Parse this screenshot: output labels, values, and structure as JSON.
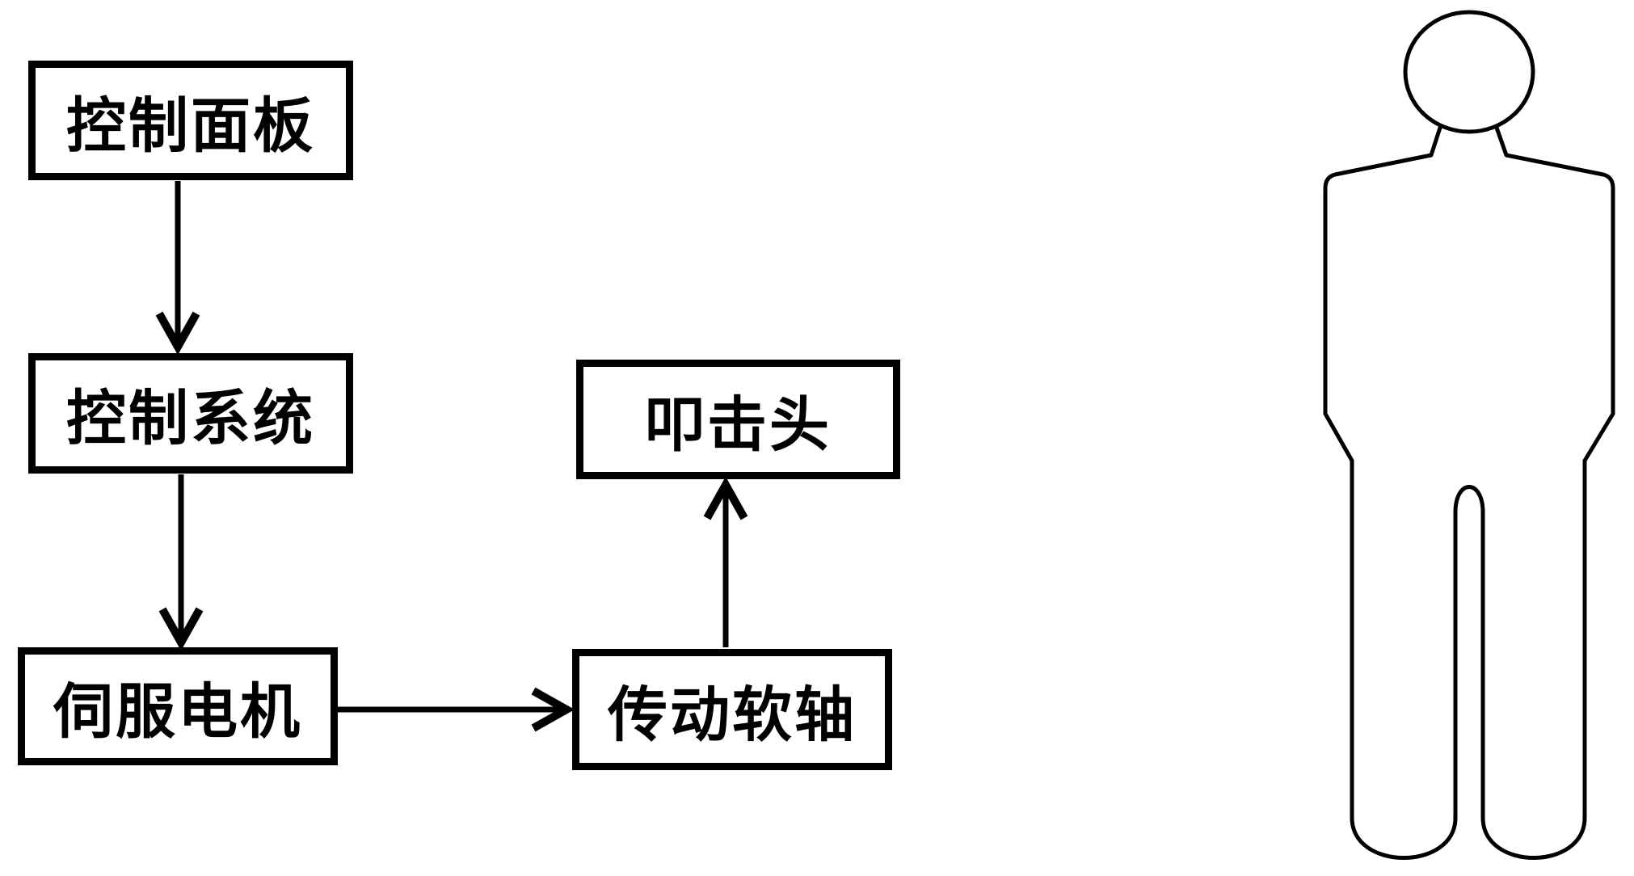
{
  "figure": {
    "type": "flowchart-with-human-figure",
    "colors": {
      "background": "#ffffff",
      "line": "#000000",
      "text": "#000000"
    },
    "nodes": [
      {
        "id": "control-panel",
        "label": "控制面板"
      },
      {
        "id": "control-system",
        "label": "控制系统"
      },
      {
        "id": "servo-motor",
        "label": "伺服电机"
      },
      {
        "id": "flexible-shaft",
        "label": "传动软轴"
      },
      {
        "id": "tapping-head",
        "label": "叩击头"
      }
    ],
    "edges": [
      {
        "from": "控制面板",
        "to": "控制系统",
        "direction": "down",
        "style": "open-chevron-arrow"
      },
      {
        "from": "控制系统",
        "to": "伺服电机",
        "direction": "down",
        "style": "open-chevron-arrow"
      },
      {
        "from": "伺服电机",
        "to": "传动软轴",
        "direction": "right",
        "style": "open-chevron-arrow"
      },
      {
        "from": "传动软轴",
        "to": "叩击头",
        "direction": "up",
        "style": "open-chevron-arrow"
      }
    ],
    "icons": {
      "person": "human-silhouette-outline"
    }
  }
}
